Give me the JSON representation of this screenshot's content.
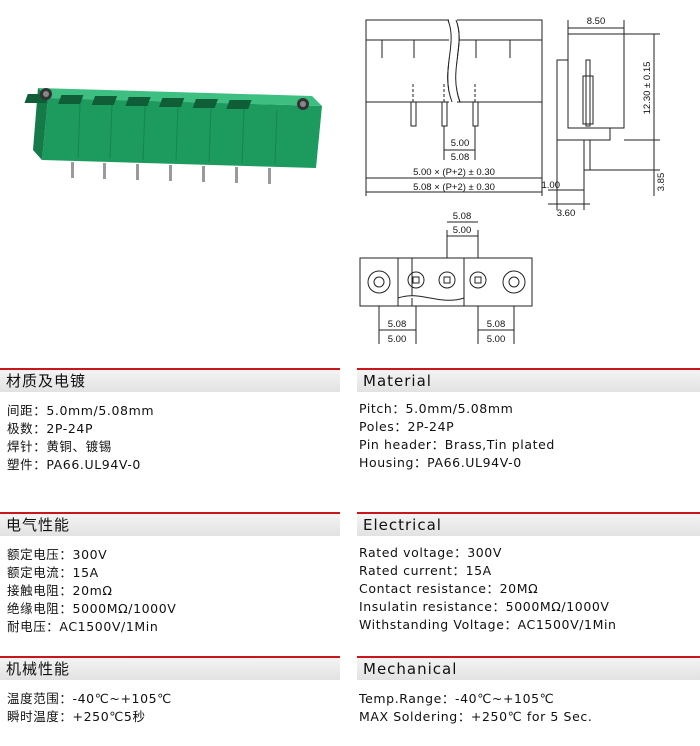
{
  "drawing": {
    "dim_width": "8.50",
    "dim_height": "12.30 ± 0.15",
    "dim_pitch_500": "5.00",
    "dim_pitch_508": "5.08",
    "dim_total_500": "5.00 × (P+2) ± 0.30",
    "dim_total_508": "5.08 × (P+2) ± 0.30",
    "dim_100": "1.00",
    "dim_385": "3.85",
    "dim_360": "3.60",
    "bottom_top_508": "5.08",
    "bottom_top_500": "5.00",
    "bottom_left_508": "5.08",
    "bottom_left_500": "5.00",
    "bottom_right_508": "5.08",
    "bottom_right_500": "5.00"
  },
  "colors": {
    "product_green": "#1d9a5e",
    "accent_red": "#c8161d"
  },
  "sections_cn": [
    {
      "title": "材质及电镀",
      "rows": [
        {
          "label": "间距：",
          "value": "5.0mm/5.08mm"
        },
        {
          "label": "极数：",
          "value": "2P-24P"
        },
        {
          "label": "焊针：",
          "value": "黄铜、镀锡"
        },
        {
          "label": "塑件：",
          "value": "PA66.UL94V-0"
        }
      ]
    },
    {
      "title": "电气性能",
      "rows": [
        {
          "label": "额定电压：",
          "value": "300V"
        },
        {
          "label": "额定电流：",
          "value": "15A"
        },
        {
          "label": "接触电阻：",
          "value": "20mΩ"
        },
        {
          "label": "绝缘电阻：",
          "value": "5000MΩ/1000V"
        },
        {
          "label": "耐电压：",
          "value": "AC1500V/1Min"
        }
      ]
    },
    {
      "title": "机械性能",
      "rows": [
        {
          "label": "温度范围：",
          "value": "-40℃~+105℃"
        },
        {
          "label": "瞬时温度：",
          "value": "+250℃5秒"
        }
      ]
    }
  ],
  "sections_en": [
    {
      "title": "Material",
      "rows": [
        {
          "label": "Pitch：",
          "value": "5.0mm/5.08mm"
        },
        {
          "label": "Poles：",
          "value": "2P-24P"
        },
        {
          "label": "Pin header：",
          "value": "Brass,Tin plated"
        },
        {
          "label": "Housing：",
          "value": "PA66.UL94V-0"
        }
      ]
    },
    {
      "title": "Electrical",
      "rows": [
        {
          "label": "Rated voltage：",
          "value": "300V"
        },
        {
          "label": "Rated current：",
          "value": "15A"
        },
        {
          "label": "Contact resistance：",
          "value": "20MΩ"
        },
        {
          "label": "Insulatin resistance：",
          "value": "5000MΩ/1000V"
        },
        {
          "label": "Withstanding Voltage：",
          "value": "AC1500V/1Min"
        }
      ]
    },
    {
      "title": "Mechanical",
      "rows": [
        {
          "label": "Temp.Range：",
          "value": "-40℃~+105℃"
        },
        {
          "label": "MAX Soldering：",
          "value": "+250℃ for 5 Sec."
        }
      ]
    }
  ]
}
